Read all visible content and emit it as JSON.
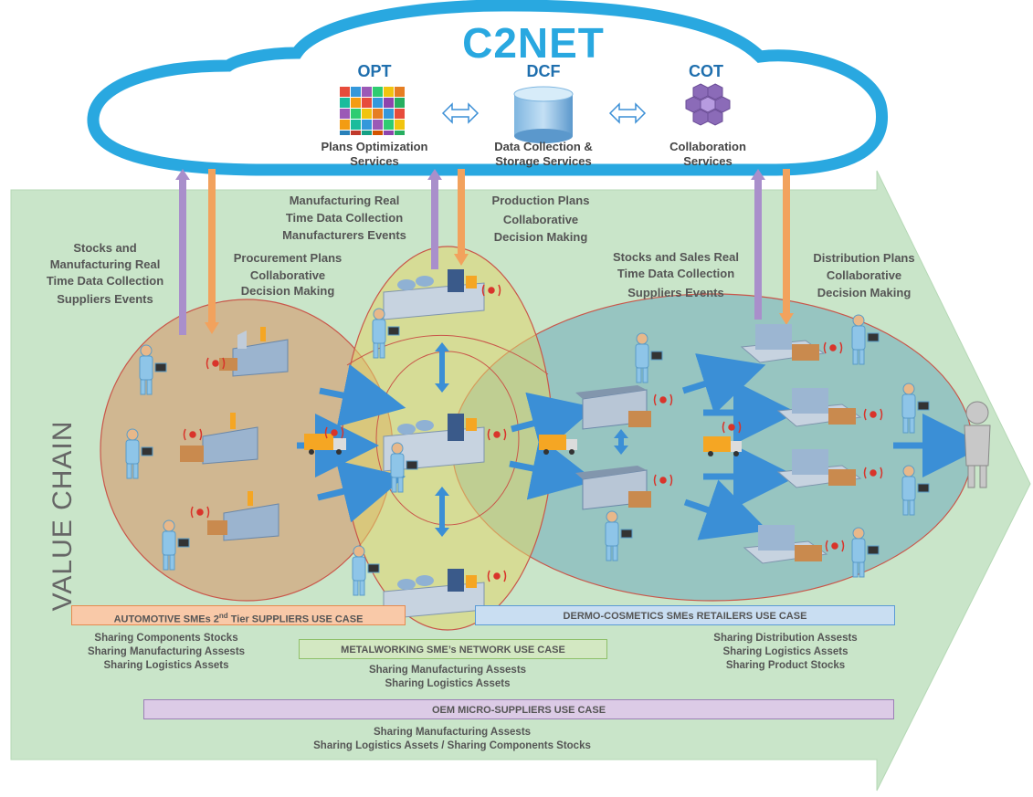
{
  "brand": "C2NET",
  "services": {
    "opt": {
      "code": "OPT",
      "line1": "Plans Optimization",
      "line2": "Services"
    },
    "dcf": {
      "code": "DCF",
      "line1": "Data  Collection &",
      "line2": "Storage Services"
    },
    "cot": {
      "code": "COT",
      "line1": "Collaboration",
      "line2": "Services"
    }
  },
  "side_label": "VALUE CHAIN",
  "flows": {
    "suppliers_up": [
      "Stocks and",
      "Manufacturing Real",
      "Time Data Collection",
      "Suppliers Events"
    ],
    "suppliers_down": [
      "Procurement Plans",
      "Collaborative",
      "Decision Making"
    ],
    "manufacturers_up": [
      "Manufacturing Real",
      "Time Data Collection",
      "Manufacturers Events"
    ],
    "manufacturers_down": [
      "Production Plans",
      "Collaborative",
      "Decision Making"
    ],
    "retail_up": [
      "Stocks and Sales Real",
      "Time Data Collection",
      "Suppliers Events"
    ],
    "retail_down": [
      "Distribution Plans",
      "Collaborative",
      "Decision Making"
    ]
  },
  "use_cases": {
    "automotive": {
      "pre": "AUTOMOTIVE SMEs 2",
      "sup": "nd",
      "post": " Tier SUPPLIERS USE CASE",
      "bg": "#f9c9a8",
      "border": "#e58a4f"
    },
    "dermo": {
      "label": "DERMO-COSMETICS SMEs RETAILERS USE CASE",
      "bg": "#c9def2",
      "border": "#5b9bd5"
    },
    "metal": {
      "label": "METALWORKING SME’s NETWORK USE CASE",
      "bg": "#d3e8c2",
      "border": "#8fc06a"
    },
    "oem": {
      "label": "OEM MICRO-SUPPLIERS USE CASE",
      "bg": "#dccbe6",
      "border": "#9b7fb6"
    }
  },
  "sharing": {
    "automotive": [
      "Sharing  Components Stocks",
      "Sharing Manufacturing Assests",
      "Sharing Logistics Assets"
    ],
    "metal": [
      "Sharing Manufacturing Assests",
      "Sharing Logistics Assets"
    ],
    "dermo": [
      "Sharing Distribution Assests",
      "Sharing Logistics Assets",
      "Sharing  Product Stocks"
    ],
    "oem": [
      "Sharing Manufacturing Assests",
      "Sharing Logistics Assets / Sharing  Components Stocks"
    ]
  },
  "colors": {
    "background_arrow": "#c9e5c9",
    "cloud": "#29a8e0",
    "brand": "#29a8e0",
    "up_arrow": "#a98fcb",
    "down_arrow": "#f2a25d",
    "flow_arrow": "#3b8fd6",
    "supplier_ellipse": "#d8b58f",
    "metal_ellipse": "#d7d27a",
    "retail_ellipse": "#8fc2c2"
  },
  "icons": {
    "opt": "grid-icon",
    "dcf": "database-icon",
    "cot": "hexagon-cluster-icon",
    "exchange": "double-arrow-icon",
    "factory": "factory-icon",
    "warehouse": "warehouse-icon",
    "store": "store-building-icon",
    "truck": "truck-icon",
    "worker": "worker-with-tablet-icon",
    "sensor": "rfid-sensor-icon",
    "customer": "customer-figure-icon"
  }
}
